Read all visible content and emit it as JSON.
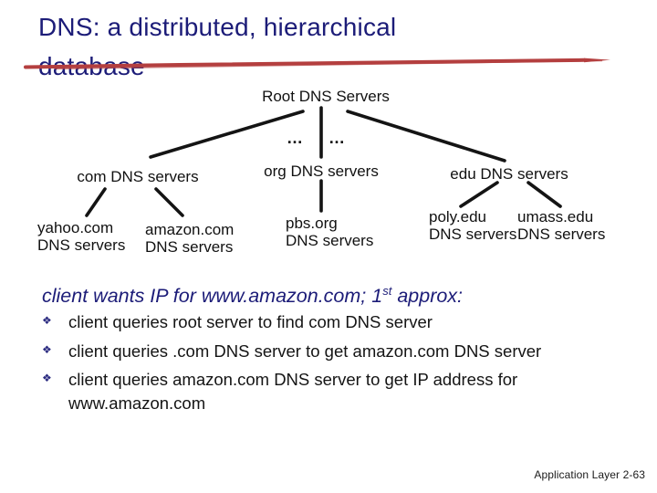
{
  "slide_title": {
    "line1": "DNS: a distributed, hierarchical",
    "line2": "database"
  },
  "tree": {
    "root_label": "Root DNS Servers",
    "ellipsis_left": "…",
    "ellipsis_right": "…",
    "com_label": "com DNS servers",
    "org_label": "org DNS servers",
    "edu_label": "edu DNS servers",
    "yahoo": {
      "line1": "yahoo.com",
      "line2": "DNS servers"
    },
    "amazon": {
      "line1": "amazon.com",
      "line2": "DNS servers"
    },
    "pbs": {
      "line1": "pbs.org",
      "line2": "DNS servers"
    },
    "poly": {
      "line1": "poly.edu",
      "line2": "DNS servers"
    },
    "umass": {
      "line1": "umass.edu",
      "line2": "DNS servers"
    }
  },
  "approx": {
    "text_before_sup": "client wants IP for www.amazon.com; 1",
    "sup": "st",
    "text_after_sup": " approx:"
  },
  "bullets": {
    "marker": "❖",
    "items": [
      {
        "text": "client queries root server to find com DNS server"
      },
      {
        "text": "client queries .com DNS server to get amazon.com DNS server"
      },
      {
        "text": "client queries amazon.com DNS server to get  IP address for www.amazon.com"
      }
    ]
  },
  "footer": {
    "section": "Application Layer",
    "page": "2-63"
  },
  "colors": {
    "title_navy": "#1c1c78",
    "strike_red": "#b43f3f",
    "diagram_black": "#141414",
    "bullet_marker_navy": "#2b2b80"
  }
}
